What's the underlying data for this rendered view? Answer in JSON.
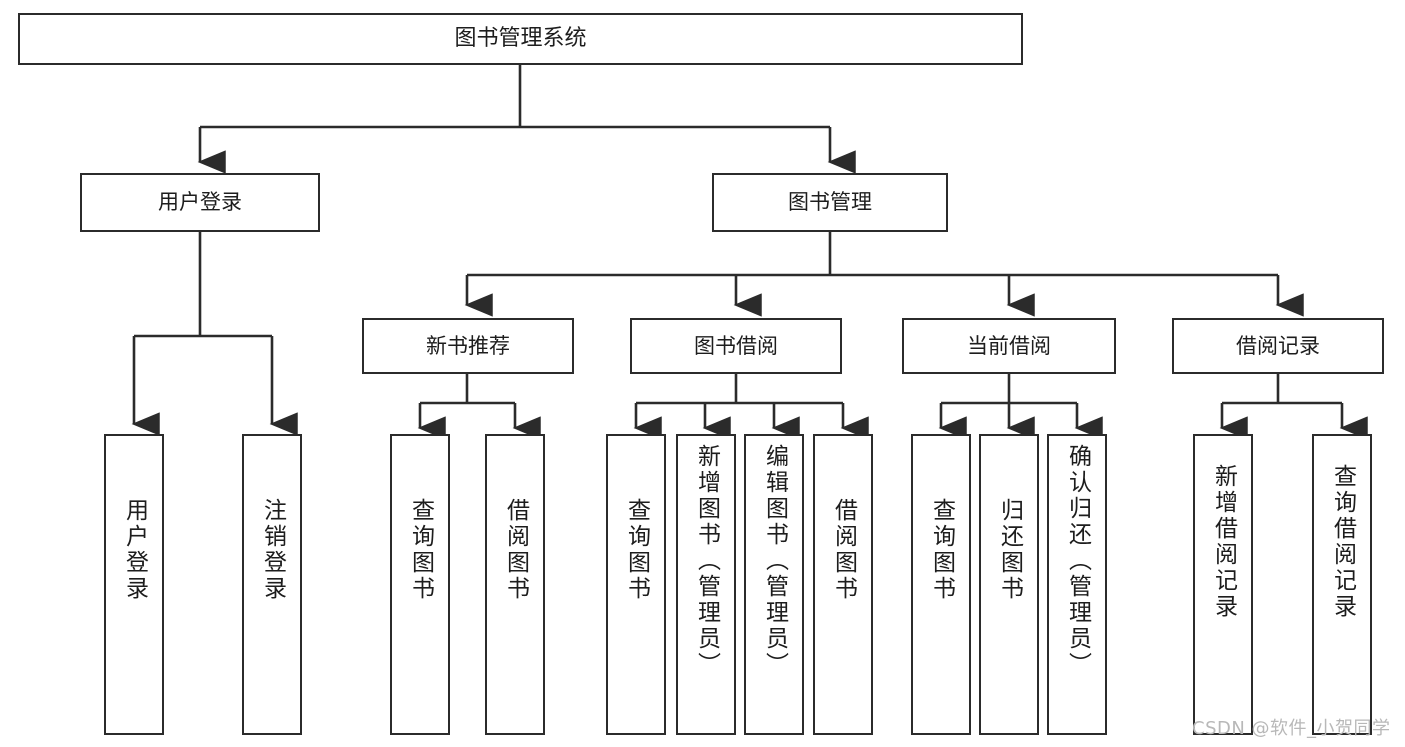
{
  "diagram": {
    "title": "图书管理系统",
    "type": "hierarchy-tree",
    "watermark": "CSDN @软件_小贺同学",
    "colors": {
      "stroke": "#2b2b2b",
      "fill": "#ffffff",
      "text": "#1d1d1d",
      "watermark": "#b8b8b8"
    },
    "nodes": {
      "root": {
        "label": "图书管理系统"
      },
      "level2": [
        {
          "label": "用户登录"
        },
        {
          "label": "图书管理"
        }
      ],
      "level3": [
        {
          "label": "新书推荐"
        },
        {
          "label": "图书借阅"
        },
        {
          "label": "当前借阅"
        },
        {
          "label": "借阅记录"
        }
      ],
      "leaves_user_login": [
        {
          "label": "用户登录"
        },
        {
          "label": "注销登录"
        }
      ],
      "leaves_new_book": [
        {
          "label": "查询图书"
        },
        {
          "label": "借阅图书"
        }
      ],
      "leaves_borrow": [
        {
          "label": "查询图书"
        },
        {
          "label": "新增图书（管理员）"
        },
        {
          "label": "编辑图书（管理员）"
        },
        {
          "label": "借阅图书"
        }
      ],
      "leaves_current": [
        {
          "label": "查询图书"
        },
        {
          "label": "归还图书"
        },
        {
          "label": "确认归还（管理员）"
        }
      ],
      "leaves_records": [
        {
          "label": "新增借阅记录"
        },
        {
          "label": "查询借阅记录"
        }
      ]
    }
  }
}
